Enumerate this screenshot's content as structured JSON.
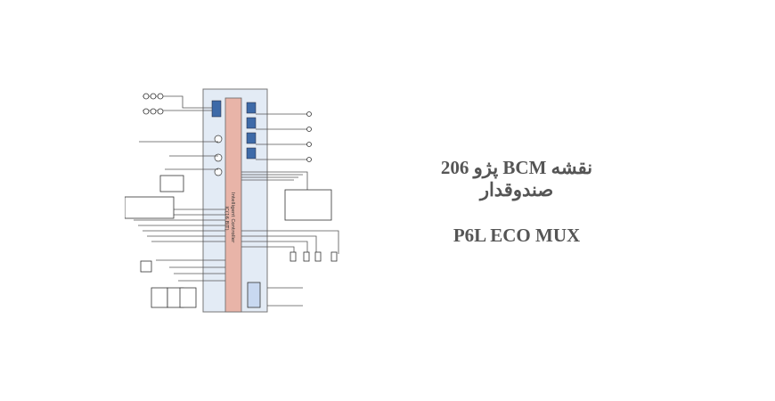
{
  "title": "نقشه BCM پژو 206 صندوقدار",
  "subtitle": "P6L ECO MUX",
  "diagram": {
    "controller_label_line1": "Intelligent Controller",
    "controller_label_line2": "IC(16 BIT)",
    "colors": {
      "band": "#e3ebf5",
      "controller": "#e8b4a8",
      "relay": "#3e6aa8",
      "wire": "#555555"
    }
  }
}
